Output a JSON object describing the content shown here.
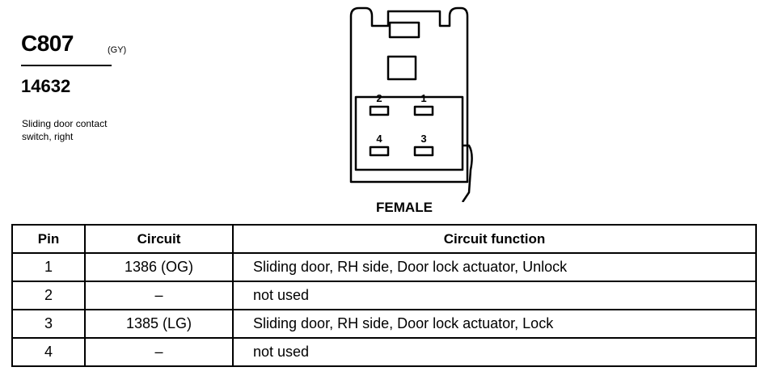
{
  "connector": {
    "id": "C807",
    "color": "(GY)",
    "part_number": "14632",
    "description_lines": [
      "Sliding door contact",
      "switch, right"
    ],
    "gender": "FEMALE",
    "pin_labels": [
      "2",
      "1",
      "4",
      "3"
    ]
  },
  "table": {
    "headers": [
      "Pin",
      "Circuit",
      "Circuit function"
    ],
    "rows": [
      {
        "pin": "1",
        "circuit": "1386 (OG)",
        "function": "Sliding door, RH side, Door lock actuator, Unlock"
      },
      {
        "pin": "2",
        "circuit": "–",
        "function": "not used"
      },
      {
        "pin": "3",
        "circuit": "1385 (LG)",
        "function": "Sliding door, RH side, Door lock actuator, Lock"
      },
      {
        "pin": "4",
        "circuit": "–",
        "function": "not used"
      }
    ]
  }
}
